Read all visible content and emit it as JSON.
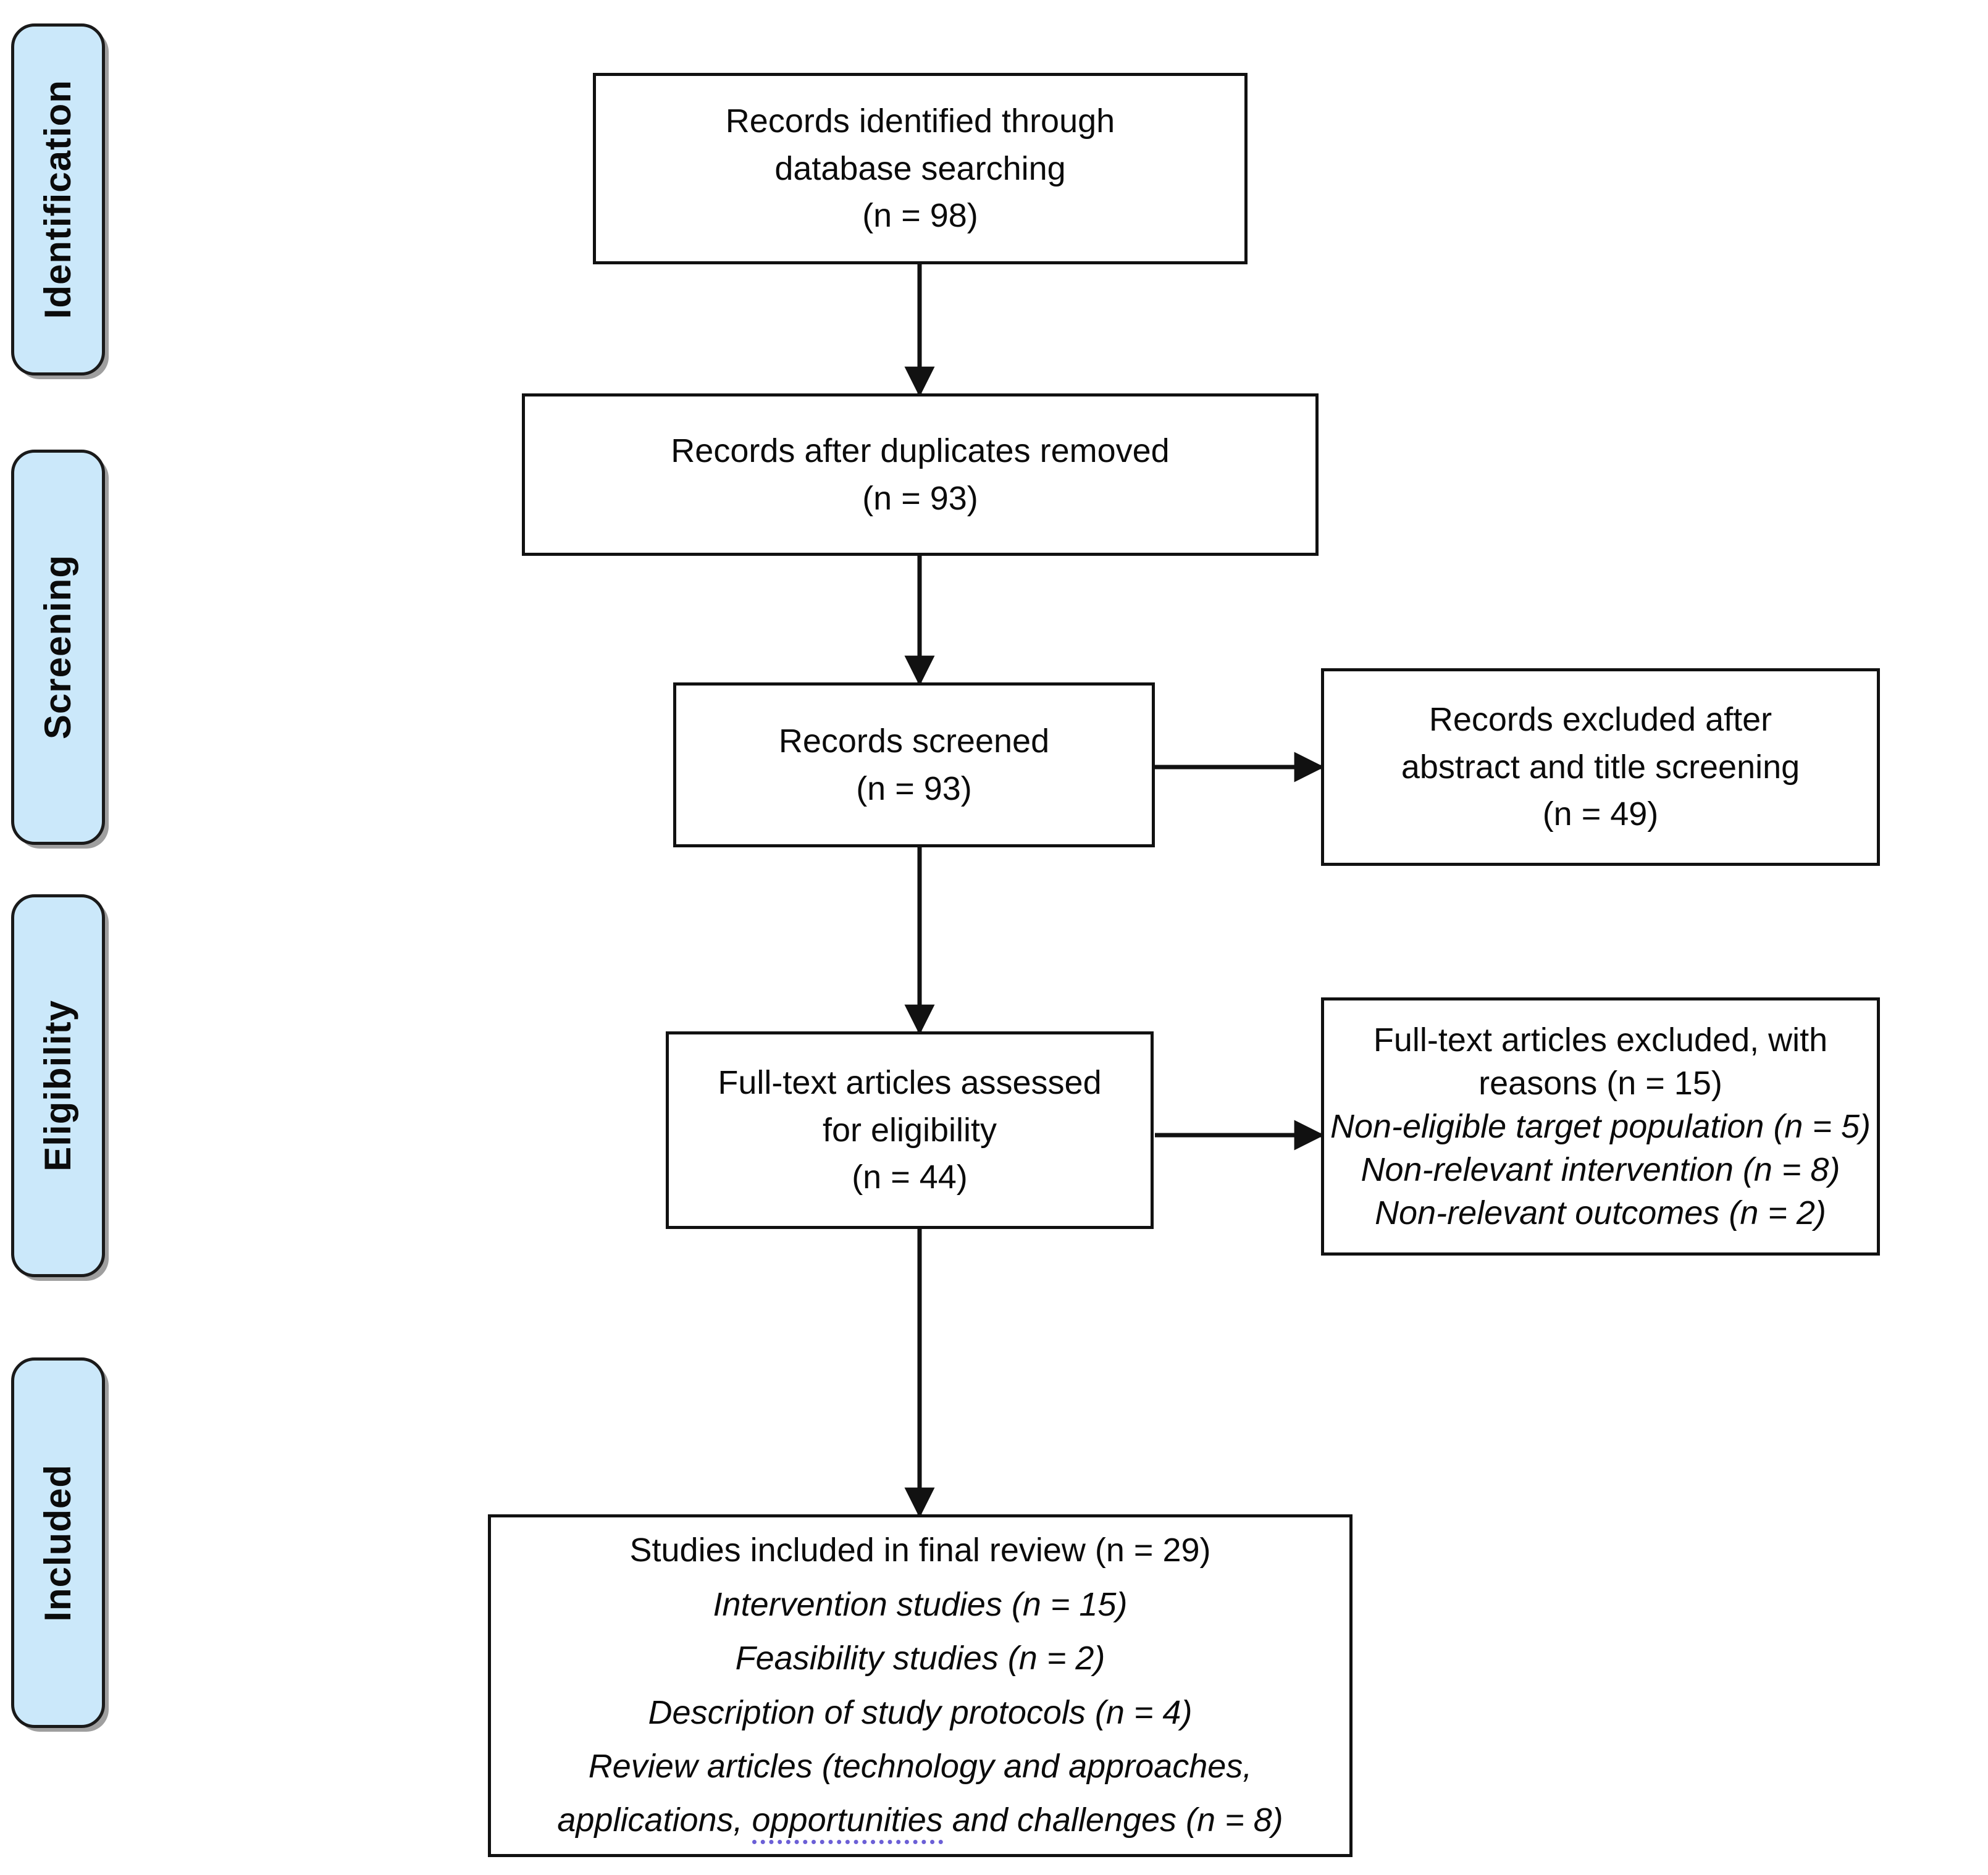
{
  "diagram": {
    "type": "prisma-flow-diagram",
    "title": "PRISMA study selection flow diagram",
    "accent_color": "#cbe8fa",
    "border_color": "#111111",
    "spellcheck_underline_color": "#6b5fd6"
  },
  "stages": [
    {
      "id": "identification",
      "label": "Identification"
    },
    {
      "id": "screening",
      "label": "Screening"
    },
    {
      "id": "eligibility",
      "label": "Eligibility"
    },
    {
      "id": "included",
      "label": "Included"
    }
  ],
  "boxes": {
    "identified": {
      "lines": [
        "Records identified through",
        "database searching",
        "(n = 98)"
      ]
    },
    "duplicates_removed": {
      "lines": [
        "Records after duplicates removed",
        "(n = 93)"
      ]
    },
    "screened": {
      "lines": [
        "Records screened",
        "(n = 93)"
      ]
    },
    "records_excluded": {
      "lines": [
        "Records excluded after",
        "abstract and title screening",
        "(n = 49)"
      ]
    },
    "fulltext_assessed": {
      "lines": [
        "Full-text articles assessed",
        "for eligibility",
        "(n = 44)"
      ]
    },
    "fulltext_excluded": {
      "lines": [
        {
          "text": "Full-text articles excluded, with",
          "italic": false
        },
        {
          "text": "reasons (n = 15)",
          "italic": false
        },
        {
          "text": "Non-eligible target population (n = 5)",
          "italic": true
        },
        {
          "text": "Non-relevant intervention (n = 8)",
          "italic": true
        },
        {
          "text": "Non-relevant outcomes (n = 2)",
          "italic": true
        }
      ]
    },
    "included_studies": {
      "lines": [
        {
          "text": "Studies included in final review (n = 29)",
          "italic": false
        },
        {
          "text": "Intervention studies (n = 15)",
          "italic": true
        },
        {
          "text": "Feasibility studies (n = 2)",
          "italic": true
        },
        {
          "text": "Description of study protocols (n = 4)",
          "italic": true
        },
        {
          "text": "Review articles (technology and approaches,",
          "italic": true
        }
      ],
      "last_line": {
        "before": "applications, ",
        "spellchecked": "opportunities",
        "after": " and challenges (n = 8)",
        "italic": true
      }
    }
  },
  "counts": {
    "records_identified": 98,
    "records_after_duplicates": 93,
    "records_screened": 93,
    "records_excluded_screening": 49,
    "fulltext_assessed": 44,
    "fulltext_excluded_total": 15,
    "non_eligible_population": 5,
    "non_relevant_intervention": 8,
    "non_relevant_outcomes": 2,
    "studies_included": 29,
    "intervention_studies": 15,
    "feasibility_studies": 2,
    "study_protocols": 4,
    "review_articles": 8
  }
}
